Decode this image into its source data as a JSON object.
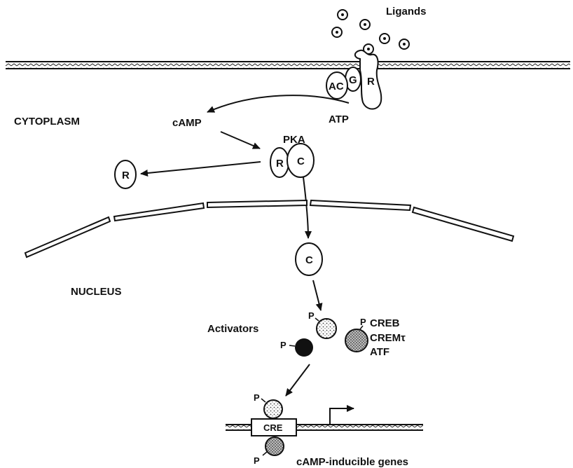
{
  "labels": {
    "ligands": "Ligands",
    "cytoplasm": "CYTOPLASM",
    "camp": "cAMP",
    "atp": "ATP",
    "pka": "PKA",
    "nucleus": "NUCLEUS",
    "activators": "Activators",
    "creb": "CREB",
    "crem": "CREMτ",
    "atf": "ATF",
    "genes": "cAMP-inducible genes",
    "cre": "CRE"
  },
  "subunits": {
    "ac": "AC",
    "g": "G",
    "receptor": "R",
    "pka_regulatory": "R",
    "pka_catalytic": "C",
    "free_regulatory": "R",
    "nuclear_catalytic": "C"
  },
  "phospho": "P",
  "colors": {
    "ink": "#111111",
    "paper": "#ffffff",
    "stipple": "#888888"
  }
}
